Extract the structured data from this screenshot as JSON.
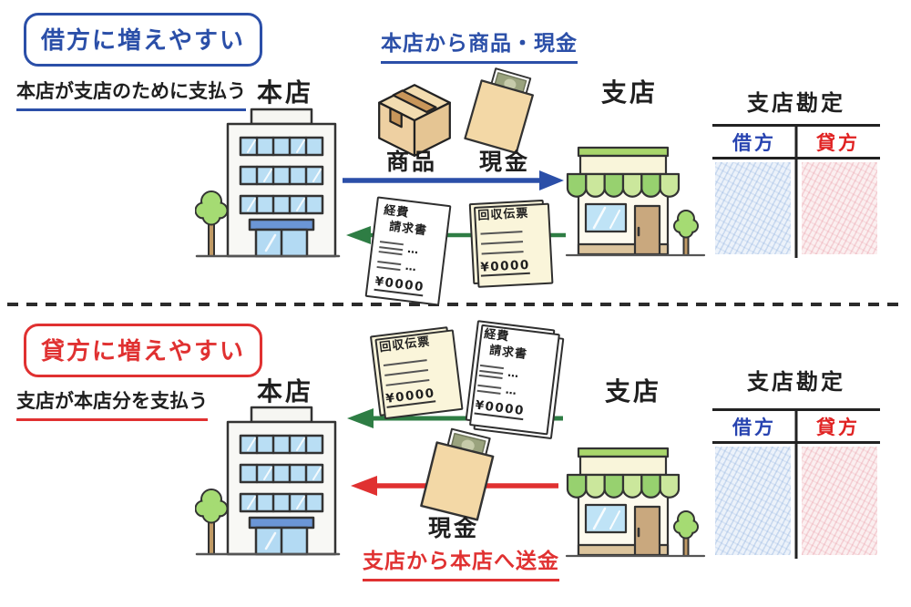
{
  "colors": {
    "accent_blue": "#2b4fa8",
    "accent_red": "#e03131",
    "accent_green": "#2e7d44",
    "debit_blue": "#2743b0",
    "credit_red": "#e02222"
  },
  "sections": {
    "top": {
      "badge": "借方に増えやすい",
      "subtitle": "本店が支店のために支払う",
      "head_office": "本店",
      "branch": "支店",
      "flow_label": "本店から商品・現金",
      "goods": "商品",
      "cash": "現金",
      "expense_doc": {
        "line1": "経費",
        "line2": "請求書",
        "dots": "…",
        "amount": "¥0000"
      },
      "collection_doc": {
        "title": "回収伝票",
        "amount": "¥0000"
      },
      "account": {
        "title": "支店勘定",
        "debit": "借方",
        "credit": "貸方"
      }
    },
    "bottom": {
      "badge": "貸方に増えやすい",
      "subtitle": "支店が本店分を支払う",
      "head_office": "本店",
      "branch": "支店",
      "flow_label": "支店から本店へ送金",
      "cash": "現金",
      "collection_doc": {
        "title": "回収伝票",
        "amount": "¥0000"
      },
      "expense_doc": {
        "line1": "経費",
        "line2": "請求書",
        "dots": "…",
        "amount": "¥0000"
      },
      "account": {
        "title": "支店勘定",
        "debit": "借方",
        "credit": "貸方"
      }
    }
  }
}
